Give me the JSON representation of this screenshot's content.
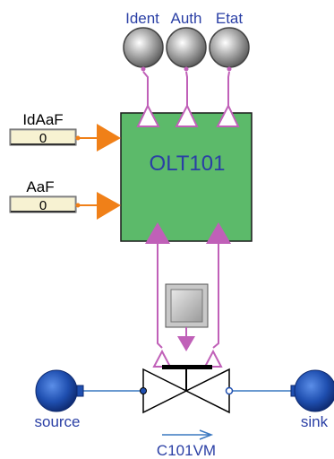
{
  "outputs": [
    {
      "label": "Ident"
    },
    {
      "label": "Auth"
    },
    {
      "label": "Etat"
    }
  ],
  "inputs": [
    {
      "label": "IdAaF",
      "value": "0"
    },
    {
      "label": "AaF",
      "value": "0"
    }
  ],
  "block": {
    "label": "OLT101",
    "fill": "#5cba6a"
  },
  "valve": {
    "label": "C101VM"
  },
  "source": {
    "label": "source"
  },
  "sink": {
    "label": "sink"
  },
  "colors": {
    "connector": "#c060b8",
    "input_arrow": "#f08018",
    "pipe": "#3a78c0",
    "label": "#2a3fa5",
    "node": "#1f4fb0",
    "output_ball": "#8c8c8c"
  }
}
